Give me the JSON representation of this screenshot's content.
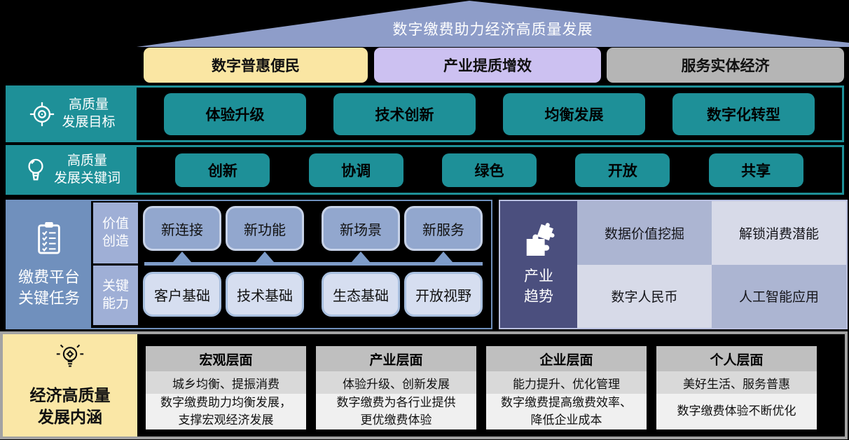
{
  "roof": {
    "title": "数字缴费助力经济高质量发展"
  },
  "top_benefits": [
    {
      "label": "数字普惠便民",
      "color": "#FAE6A3"
    },
    {
      "label": "产业提质增效",
      "color": "#CCC1F1"
    },
    {
      "label": "服务实体经济",
      "color": "#B5B5B5"
    }
  ],
  "goals": {
    "icon": "target-icon",
    "label": "高质量\n发展目标",
    "items": [
      "体验升级",
      "技术创新",
      "均衡发展",
      "数字化转型"
    ]
  },
  "keywords": {
    "icon": "bulb-icon",
    "label": "高质量\n发展关键词",
    "items": [
      "创新",
      "协调",
      "绿色",
      "开放",
      "共享"
    ]
  },
  "platform": {
    "icon": "clipboard-icon",
    "label": "缴费平台\n关键任务",
    "value_creation": {
      "category": "价值\n创造",
      "items": [
        "新连接",
        "新功能",
        "新场景",
        "新服务"
      ]
    },
    "key_capability": {
      "category": "关键\n能力",
      "items": [
        "客户基础",
        "技术基础",
        "生态基础",
        "开放视野"
      ]
    }
  },
  "trends": {
    "icon": "puzzle-icon",
    "label": "产业\n趋势",
    "cells": [
      "数据价值挖掘",
      "解锁消费潜能",
      "数字人民币",
      "人工智能应用"
    ]
  },
  "levels": {
    "icon": "idea-lamp-icon",
    "label": "经济高质量\n发展内涵",
    "columns": [
      {
        "title": "宏观层面",
        "keywords": "城乡均衡、提振消费",
        "description": "数字缴费助力均衡发展，\n支撑宏观经济发展"
      },
      {
        "title": "产业层面",
        "keywords": "体验升级、创新发展",
        "description": "数字缴费为各行业提供\n更优缴费体验"
      },
      {
        "title": "企业层面",
        "keywords": "能力提升、优化管理",
        "description": "数字缴费提高缴费效率、\n降低企业成本"
      },
      {
        "title": "个人层面",
        "keywords": "美好生活、服务普惠",
        "description": "数字缴费体验不断优化"
      }
    ]
  },
  "colors": {
    "background": "#000000",
    "roof": "#8E9DC9",
    "teal": "#1E9098",
    "steel_blue_label": "#7090BD",
    "sub_label_blue": "#9FAFD6",
    "value_box": "#92A7CE",
    "capability_box": "#D6DEF0",
    "arrow_blue": "#7E9CC9",
    "trend_label_navy": "#4B4F7E",
    "trend_cell_medium": "#ACB5D2",
    "trend_cell_light": "#D7DAE8",
    "bottom_label_yellow": "#FAE7A6",
    "level_header_gray": "#BFBFBF",
    "level_keywords_gray": "#D9D9D9",
    "level_desc_gray": "#F0F0F0",
    "bottom_border_gray": "#A3A3A3"
  }
}
